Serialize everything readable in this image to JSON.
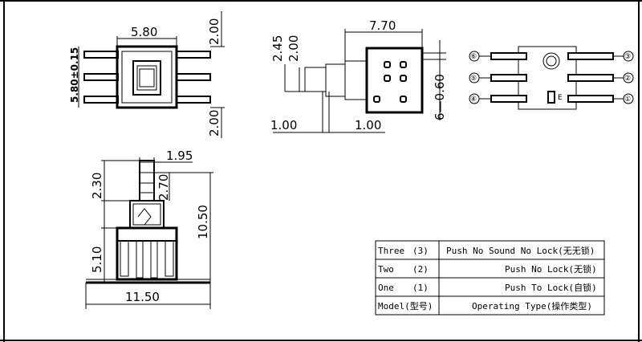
{
  "dimensions": {
    "top_view_width": "5.80",
    "top_view_height": "5.80±0.15",
    "top_view_pin_top": "2.00",
    "top_view_pin_bottom": "2.00",
    "side_length": "7.70",
    "side_stroke_a": "2.45",
    "side_stroke_b": "2.00",
    "side_pin": "6—0.60",
    "side_left_pin": "1.00",
    "side_right_pin": "1.00",
    "front_top_width": "1.95",
    "front_button": "2.30",
    "front_button_inner": "2.70",
    "front_total_height": "10.50",
    "front_body": "5.10",
    "front_width": "11.50"
  },
  "pins": [
    "⑥",
    "⑤",
    "④",
    "③",
    "②",
    "①"
  ],
  "pin_marker": "E",
  "model_table": {
    "rows": [
      {
        "model": "Three",
        "code": "(3)",
        "type": "Push No Sound No Lock(无无锁)"
      },
      {
        "model": "Two",
        "code": "(2)",
        "type": "Push No Lock(无锁)"
      },
      {
        "model": "One",
        "code": "(1)",
        "type": "Push To Lock(自锁)"
      }
    ],
    "header": {
      "model": "Model(型号)",
      "type": "Operating Type(操作类型)"
    }
  }
}
